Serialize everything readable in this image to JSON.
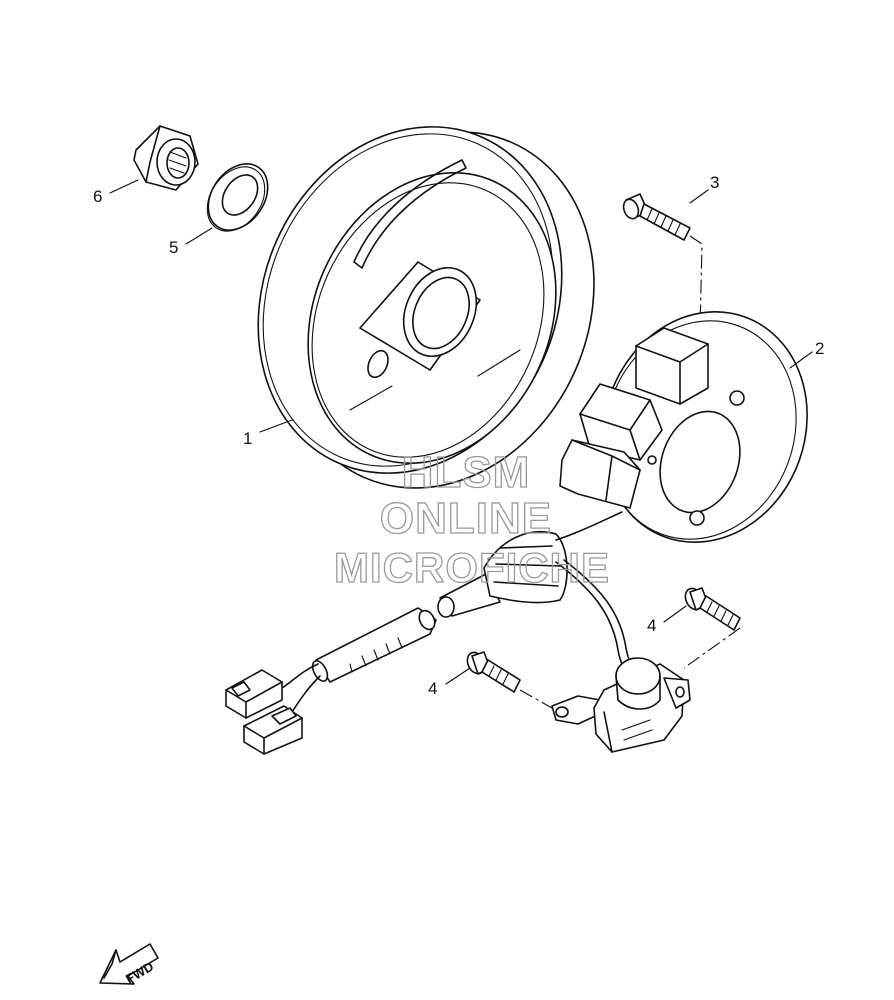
{
  "callouts": [
    {
      "id": "rotor",
      "label": "1"
    },
    {
      "id": "stator",
      "label": "2"
    },
    {
      "id": "stator-screw",
      "label": "3"
    },
    {
      "id": "pickup-bolt-upper",
      "label": "4"
    },
    {
      "id": "pickup-bolt-lower",
      "label": "4"
    },
    {
      "id": "washer",
      "label": "5"
    },
    {
      "id": "nut",
      "label": "6"
    }
  ],
  "watermark": {
    "line1": "HLSM",
    "line2": "ONLINE",
    "line3": "MICROFICHE"
  },
  "direction_badge": {
    "label": "FWD"
  }
}
